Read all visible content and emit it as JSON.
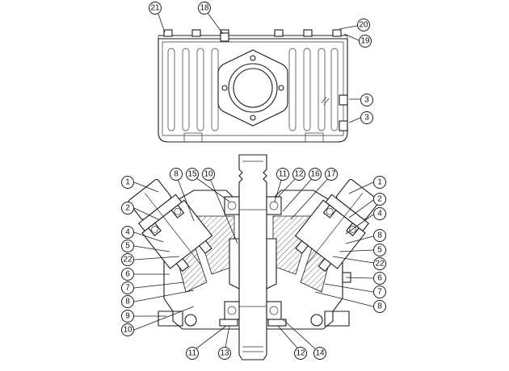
{
  "callouts": [
    {
      "id": "c21",
      "label": "21"
    },
    {
      "id": "c18",
      "label": "18"
    },
    {
      "id": "c20",
      "label": "20"
    },
    {
      "id": "c19",
      "label": "19"
    },
    {
      "id": "c3a",
      "label": "3"
    },
    {
      "id": "c3b",
      "label": "3"
    },
    {
      "id": "c1l",
      "label": "1"
    },
    {
      "id": "c8t",
      "label": "8"
    },
    {
      "id": "c15",
      "label": "15"
    },
    {
      "id": "c10t",
      "label": "10"
    },
    {
      "id": "c11t",
      "label": "11"
    },
    {
      "id": "c12t",
      "label": "12"
    },
    {
      "id": "c16",
      "label": "16"
    },
    {
      "id": "c17",
      "label": "17"
    },
    {
      "id": "c1r",
      "label": "1"
    },
    {
      "id": "c2l",
      "label": "2"
    },
    {
      "id": "c2r",
      "label": "2"
    },
    {
      "id": "c4l",
      "label": "4"
    },
    {
      "id": "c4r",
      "label": "4"
    },
    {
      "id": "c5l",
      "label": "5"
    },
    {
      "id": "c8r1",
      "label": "8"
    },
    {
      "id": "c5r",
      "label": "5"
    },
    {
      "id": "c22l",
      "label": "22"
    },
    {
      "id": "c22r",
      "label": "22"
    },
    {
      "id": "c6l",
      "label": "6"
    },
    {
      "id": "c6r",
      "label": "6"
    },
    {
      "id": "c7l",
      "label": "7"
    },
    {
      "id": "c7r",
      "label": "7"
    },
    {
      "id": "c8l",
      "label": "8"
    },
    {
      "id": "c8r2",
      "label": "8"
    },
    {
      "id": "c9",
      "label": "9"
    },
    {
      "id": "c10b",
      "label": "10"
    },
    {
      "id": "c11b",
      "label": "11"
    },
    {
      "id": "c13",
      "label": "13"
    },
    {
      "id": "c12b",
      "label": "12"
    },
    {
      "id": "c14",
      "label": "14"
    }
  ]
}
